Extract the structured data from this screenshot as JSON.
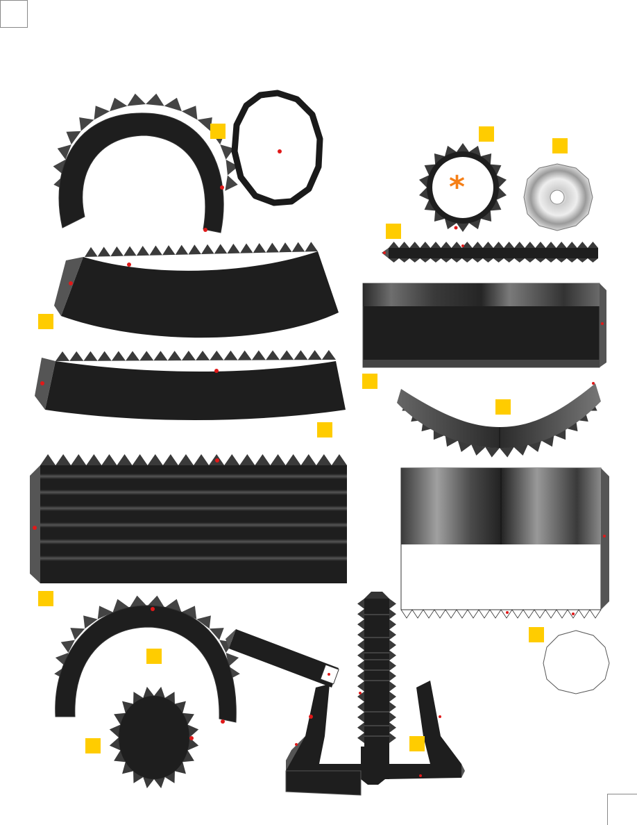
{
  "page": {
    "page_number": "",
    "center_mark": "*"
  },
  "colors": {
    "paper": "#ffffff",
    "part_dark": "#1f1f1f",
    "part_edge": "#444444",
    "tab": "#555555",
    "marker": "#ffcc00",
    "glue_dot": "#e01919",
    "asterisk": "#f57f17"
  },
  "parts": [
    {
      "id": "arch-top-left",
      "type": "toothed-arch"
    },
    {
      "id": "ring-oval",
      "type": "ring"
    },
    {
      "id": "gear-ring",
      "type": "toothed-ring"
    },
    {
      "id": "metal-disc",
      "type": "disc"
    },
    {
      "id": "thin-toothed-strip",
      "type": "strip"
    },
    {
      "id": "curved-band-1",
      "type": "toothed-band"
    },
    {
      "id": "curved-band-2",
      "type": "toothed-band"
    },
    {
      "id": "gradient-panel-1",
      "type": "panel"
    },
    {
      "id": "gradient-arc",
      "type": "toothed-arc"
    },
    {
      "id": "striped-panel",
      "type": "panel"
    },
    {
      "id": "gradient-panel-2",
      "type": "panel"
    },
    {
      "id": "outline-circle",
      "type": "circle"
    },
    {
      "id": "arch-bottom-left",
      "type": "toothed-arch"
    },
    {
      "id": "gear-oval",
      "type": "toothed-oval"
    },
    {
      "id": "lever-arm",
      "type": "strip"
    },
    {
      "id": "fork-net",
      "type": "net"
    }
  ]
}
